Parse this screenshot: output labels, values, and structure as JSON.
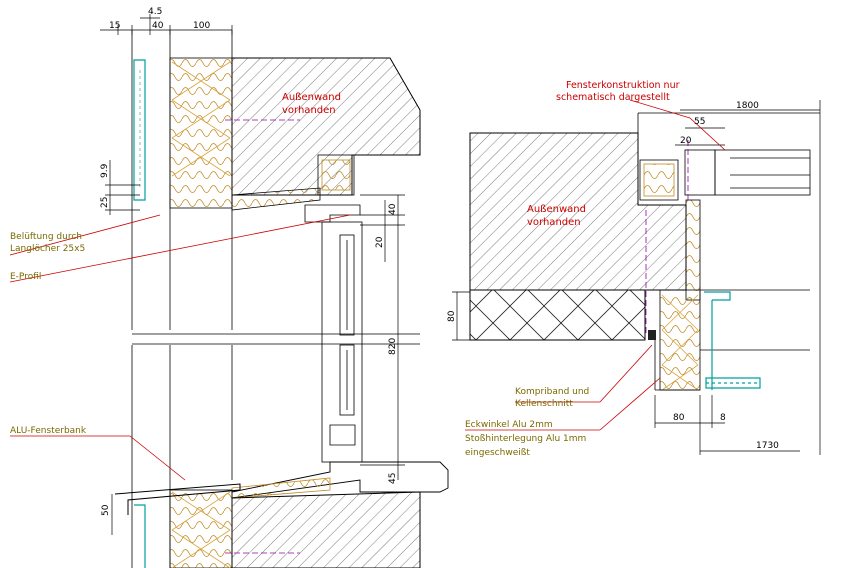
{
  "annotations": {
    "wall_left_1": "Außenwand",
    "wall_left_2": "vorhanden",
    "wall_right_1": "Außenwand",
    "wall_right_2": "vorhanden",
    "window_note_1": "Fensterkonstruktion nur",
    "window_note_2": "schematisch dargestellt",
    "vent_1": "Belüftung durch",
    "vent_2": "Langlöcher 25x5",
    "e_profile": "E-Profil",
    "sill_label": "ALU-Fensterbank",
    "joint_1": "Kompriband und",
    "joint_2": "Kellenschnitt",
    "corner_1": "Eckwinkel Alu 2mm",
    "corner_2": "Stoßhinterlegung Alu 1mm",
    "corner_3": "eingeschweißt"
  },
  "dimensions": {
    "d15": "15",
    "d4_5": "4.5",
    "d40_top": "40",
    "d100": "100",
    "d9_9": "9.9",
    "d25": "25",
    "d40_side": "40",
    "d20_side": "20",
    "d820": "820",
    "d45": "45",
    "d50": "50",
    "d1800": "1800",
    "d55": "55",
    "d20_right": "20",
    "d80_left": "80",
    "d80_bottom": "80",
    "d8": "8",
    "d1730": "1730"
  },
  "colors": {
    "ink": "#000000",
    "annotation": "#cc0000",
    "insulation": "#d9a441",
    "cladding": "#00a0a0",
    "axis": "#9900aa",
    "label": "#7a6a00"
  }
}
